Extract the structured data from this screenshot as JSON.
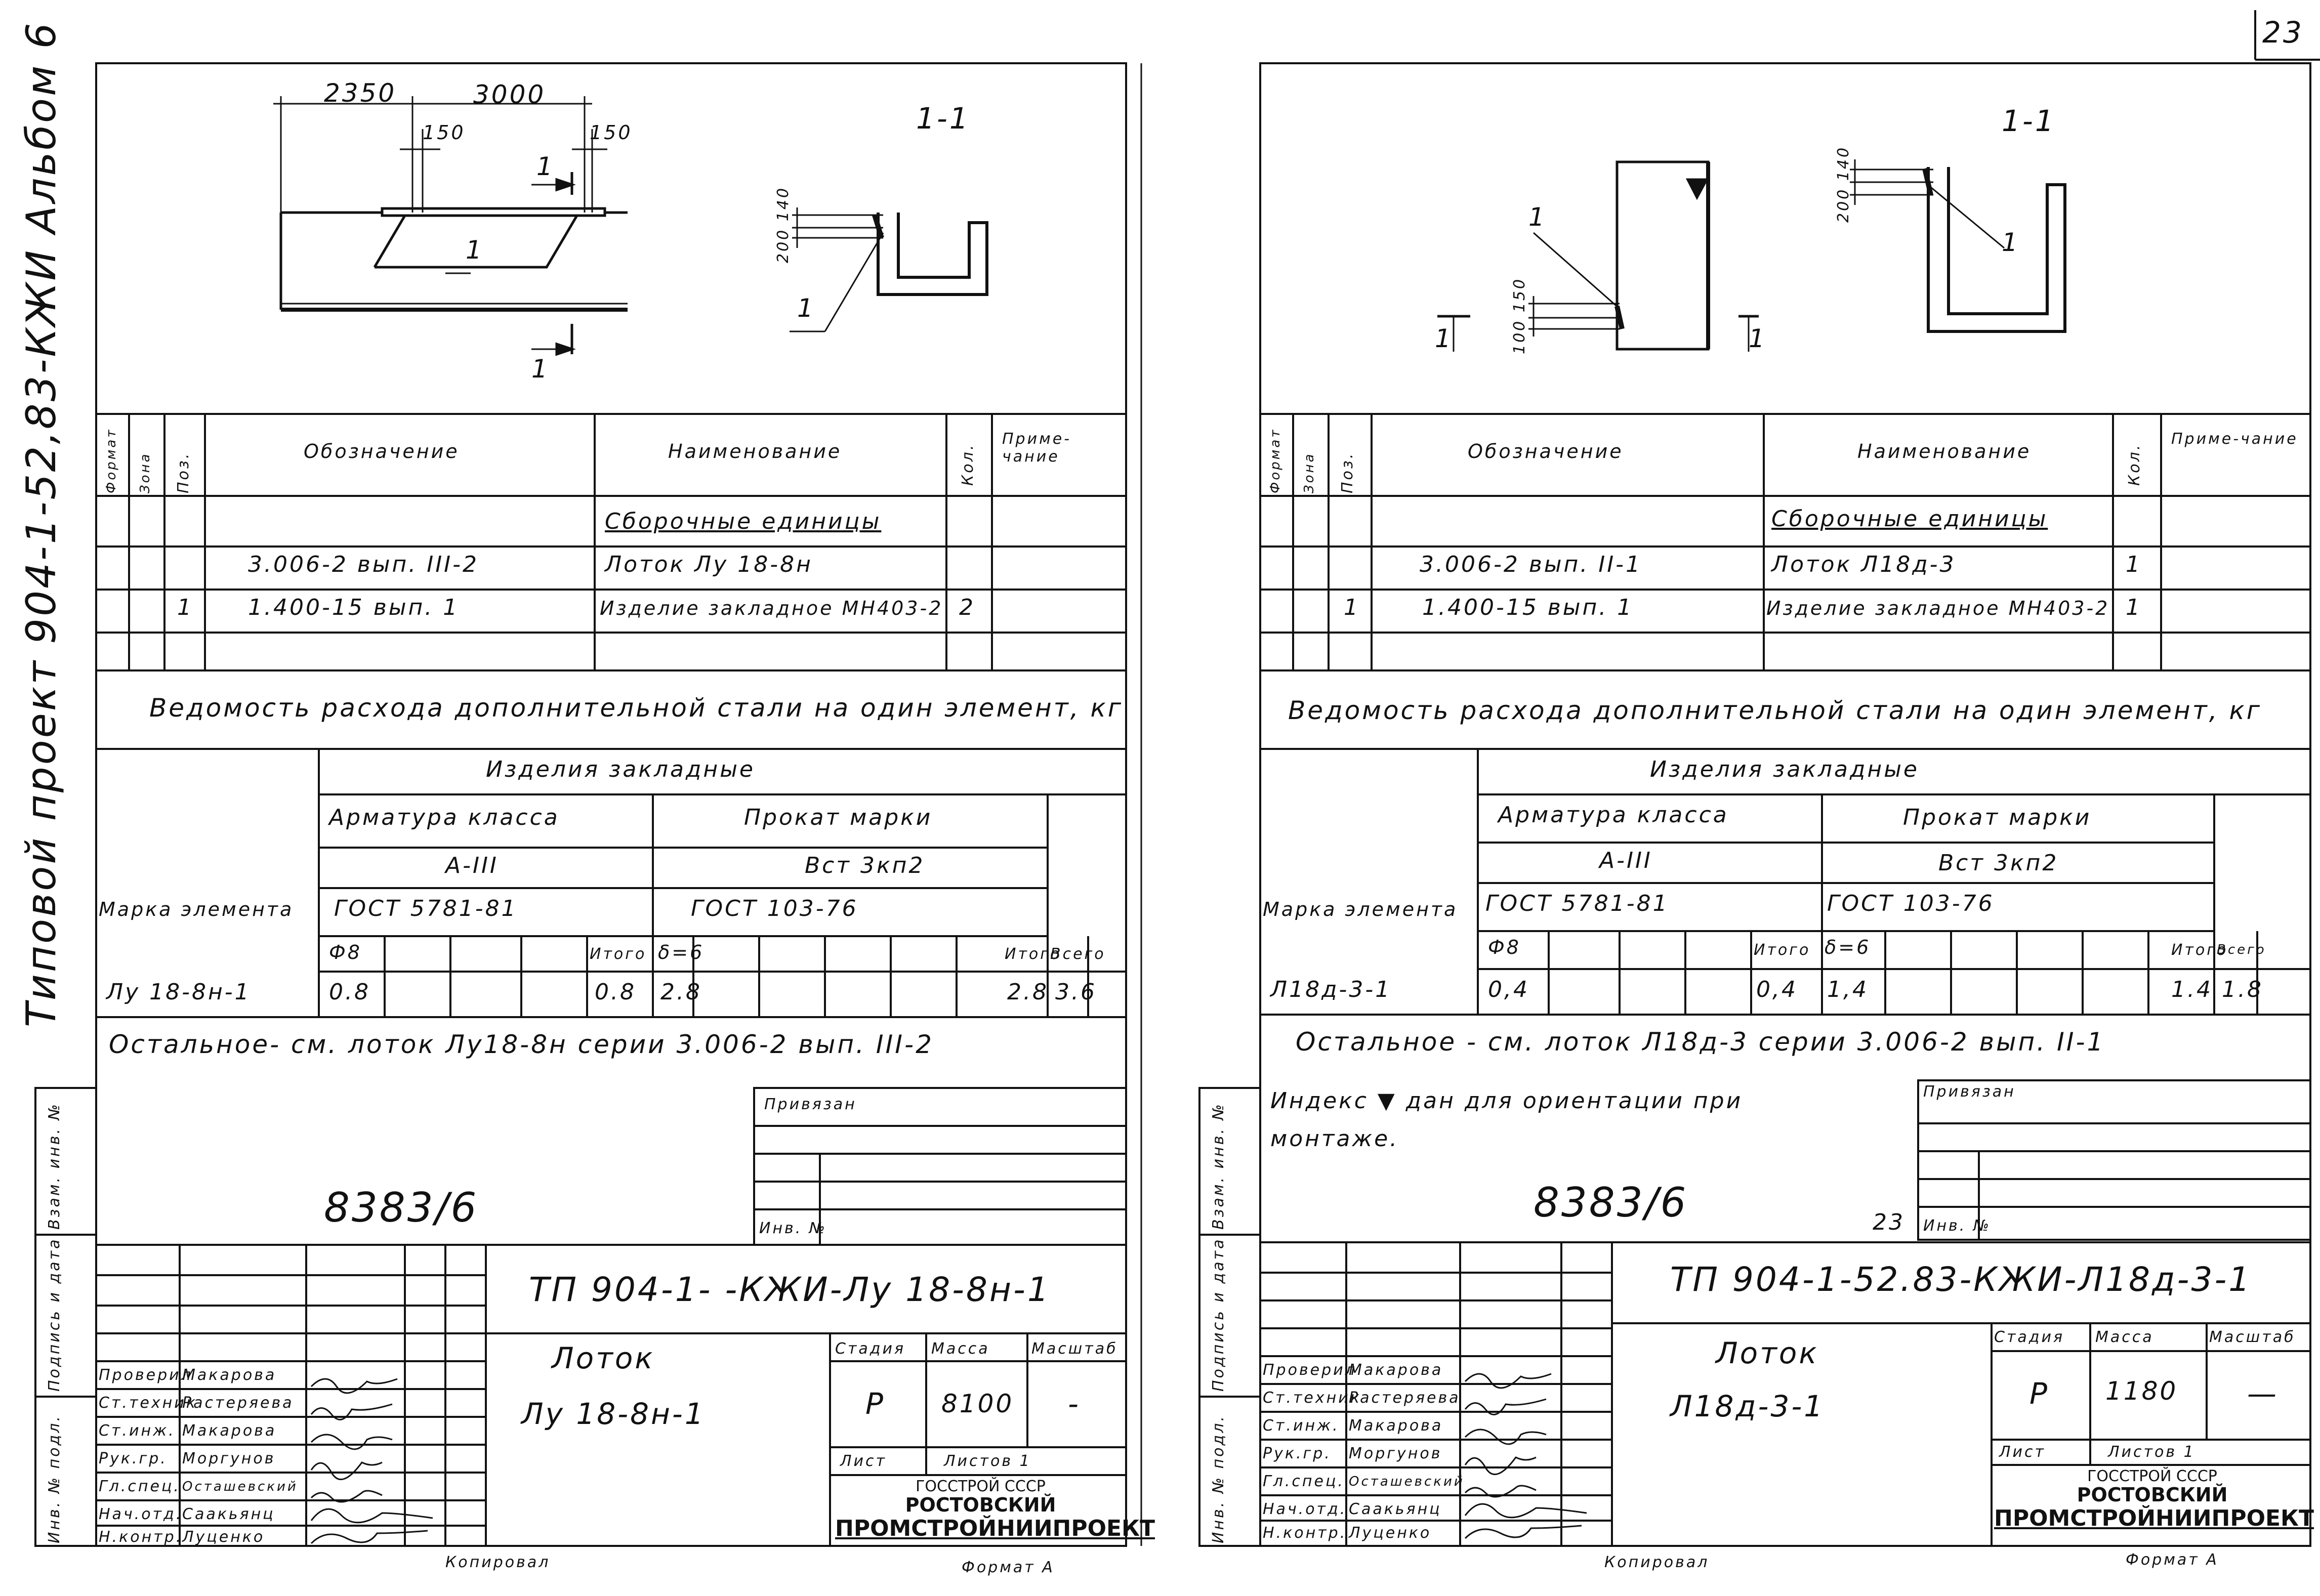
{
  "page_number": "23",
  "album_title": "Типовой проект 904-1-52,83-КЖИ   Альбом 6",
  "left": {
    "section_label": "1-1",
    "dims": {
      "d1": "2350",
      "d2": "3000",
      "d3": "150",
      "d4": "150",
      "d5": "200",
      "d6": "140"
    },
    "callouts": {
      "c1": "1",
      "c2": "1",
      "c3": "1",
      "c4": "1"
    },
    "spec": {
      "headers": {
        "format": "Формат",
        "zone": "Зона",
        "pos": "Поз.",
        "designation": "Обозначение",
        "name": "Наименование",
        "qty": "Кол.",
        "note": "Приме-чание"
      },
      "group": "Сборочные единицы",
      "rows": [
        {
          "pos": "",
          "designation": "3.006-2 вып. III-2",
          "name": "Лоток Лу 18-8н",
          "qty": ""
        },
        {
          "pos": "1",
          "designation": "1.400-15 вып. 1",
          "name": "Изделие закладное МН403-2",
          "qty": "2"
        }
      ]
    },
    "steel": {
      "title": "Ведомость расхода дополнительной стали на один элемент, кг",
      "embedded": "Изделия закладные",
      "rebar_class": "Арматура класса",
      "rolled": "Прокат марки",
      "class_val": "А-III",
      "rolled_val": "Вст 3кп2",
      "mark_label": "Марка элемента",
      "gost1": "ГОСТ 5781-81",
      "gost2": "ГОСТ 103-76",
      "diam": "Ф8",
      "total_label": "Итого",
      "delta": "δ=6",
      "grand_label": "Всего",
      "row": {
        "mark": "Лу 18-8н-1",
        "d8": "0.8",
        "total1": "0.8",
        "delta6": "2.8",
        "total2": "2.8",
        "grand": "3.6"
      }
    },
    "note": "Остальное- см. лоток Лу18-8н серии 3.006-2 вып. III-2",
    "privyazan": "Привязан",
    "inv_no": "Инв. №",
    "archive": "8383/6",
    "doc_code": "ТП 904-1-      -КЖИ-Лу 18-8н-1",
    "item_title": "Лоток",
    "item_mark": "Лу 18-8н-1",
    "stage_label": "Стадия",
    "mass_label": "Масса",
    "scale_label": "Масштаб",
    "stage": "Р",
    "mass": "8100",
    "scale": "-",
    "sheet_label": "Лист",
    "sheets_label": "Листов 1",
    "org1": "ГОССТРОЙ СССР",
    "org2": "РОСТОВСКИЙ",
    "org3": "ПРОМСТРОЙНИИПРОЕКТ",
    "signers": [
      {
        "role": "Проверил",
        "name": "Макарова"
      },
      {
        "role": "Ст.техник",
        "name": "Растеряева"
      },
      {
        "role": "Ст.инж.",
        "name": "Макарова"
      },
      {
        "role": "Рук.гр.",
        "name": "Моргунов"
      },
      {
        "role": "Гл.спец.",
        "name": "Осташевский"
      },
      {
        "role": "Нач.отд.",
        "name": "Саакьянц"
      },
      {
        "role": "Н.контр.",
        "name": "Луценко"
      }
    ],
    "copied": "Копировал",
    "format": "Формат А"
  },
  "right": {
    "section_label": "1-1",
    "dims": {
      "d1": "200",
      "d2": "140",
      "d3": "100",
      "d4": "150"
    },
    "callouts": {
      "c1": "1",
      "c2": "1",
      "c3": "1",
      "c4": "1"
    },
    "spec": {
      "group": "Сборочные единицы",
      "rows": [
        {
          "pos": "",
          "designation": "3.006-2 вып. II-1",
          "name": "Лоток Л18д-3",
          "qty": "1"
        },
        {
          "pos": "1",
          "designation": "1.400-15 вып. 1",
          "name": "Изделие закладное МН403-2",
          "qty": "1"
        }
      ]
    },
    "steel": {
      "title": "Ведомость расхода дополнительной стали на один элемент, кг",
      "row": {
        "mark": "Л18д-3-1",
        "d8": "0,4",
        "total1": "0,4",
        "delta6": "1,4",
        "total2": "1.4",
        "grand": "1.8"
      }
    },
    "note1": "Остальное - см. лоток Л18д-3 серии 3.006-2 вып. II-1",
    "note2": "Индекс ▼ дан для ориентации при",
    "note3": "монтаже.",
    "archive": "8383/6",
    "archive_small": "23",
    "doc_code": "ТП 904-1-52.83-КЖИ-Л18д-3-1",
    "item_title": "Лоток",
    "item_mark": "Л18д-3-1",
    "stage": "Р",
    "mass": "1180",
    "scale": "—",
    "sheets_label": "Листов 1",
    "copied": "Копировал",
    "format": "Формат А"
  },
  "side_labels": {
    "inv": "Инв. № подл.",
    "sign": "Подпись и дата",
    "vzam": "Взам. инв. №"
  }
}
